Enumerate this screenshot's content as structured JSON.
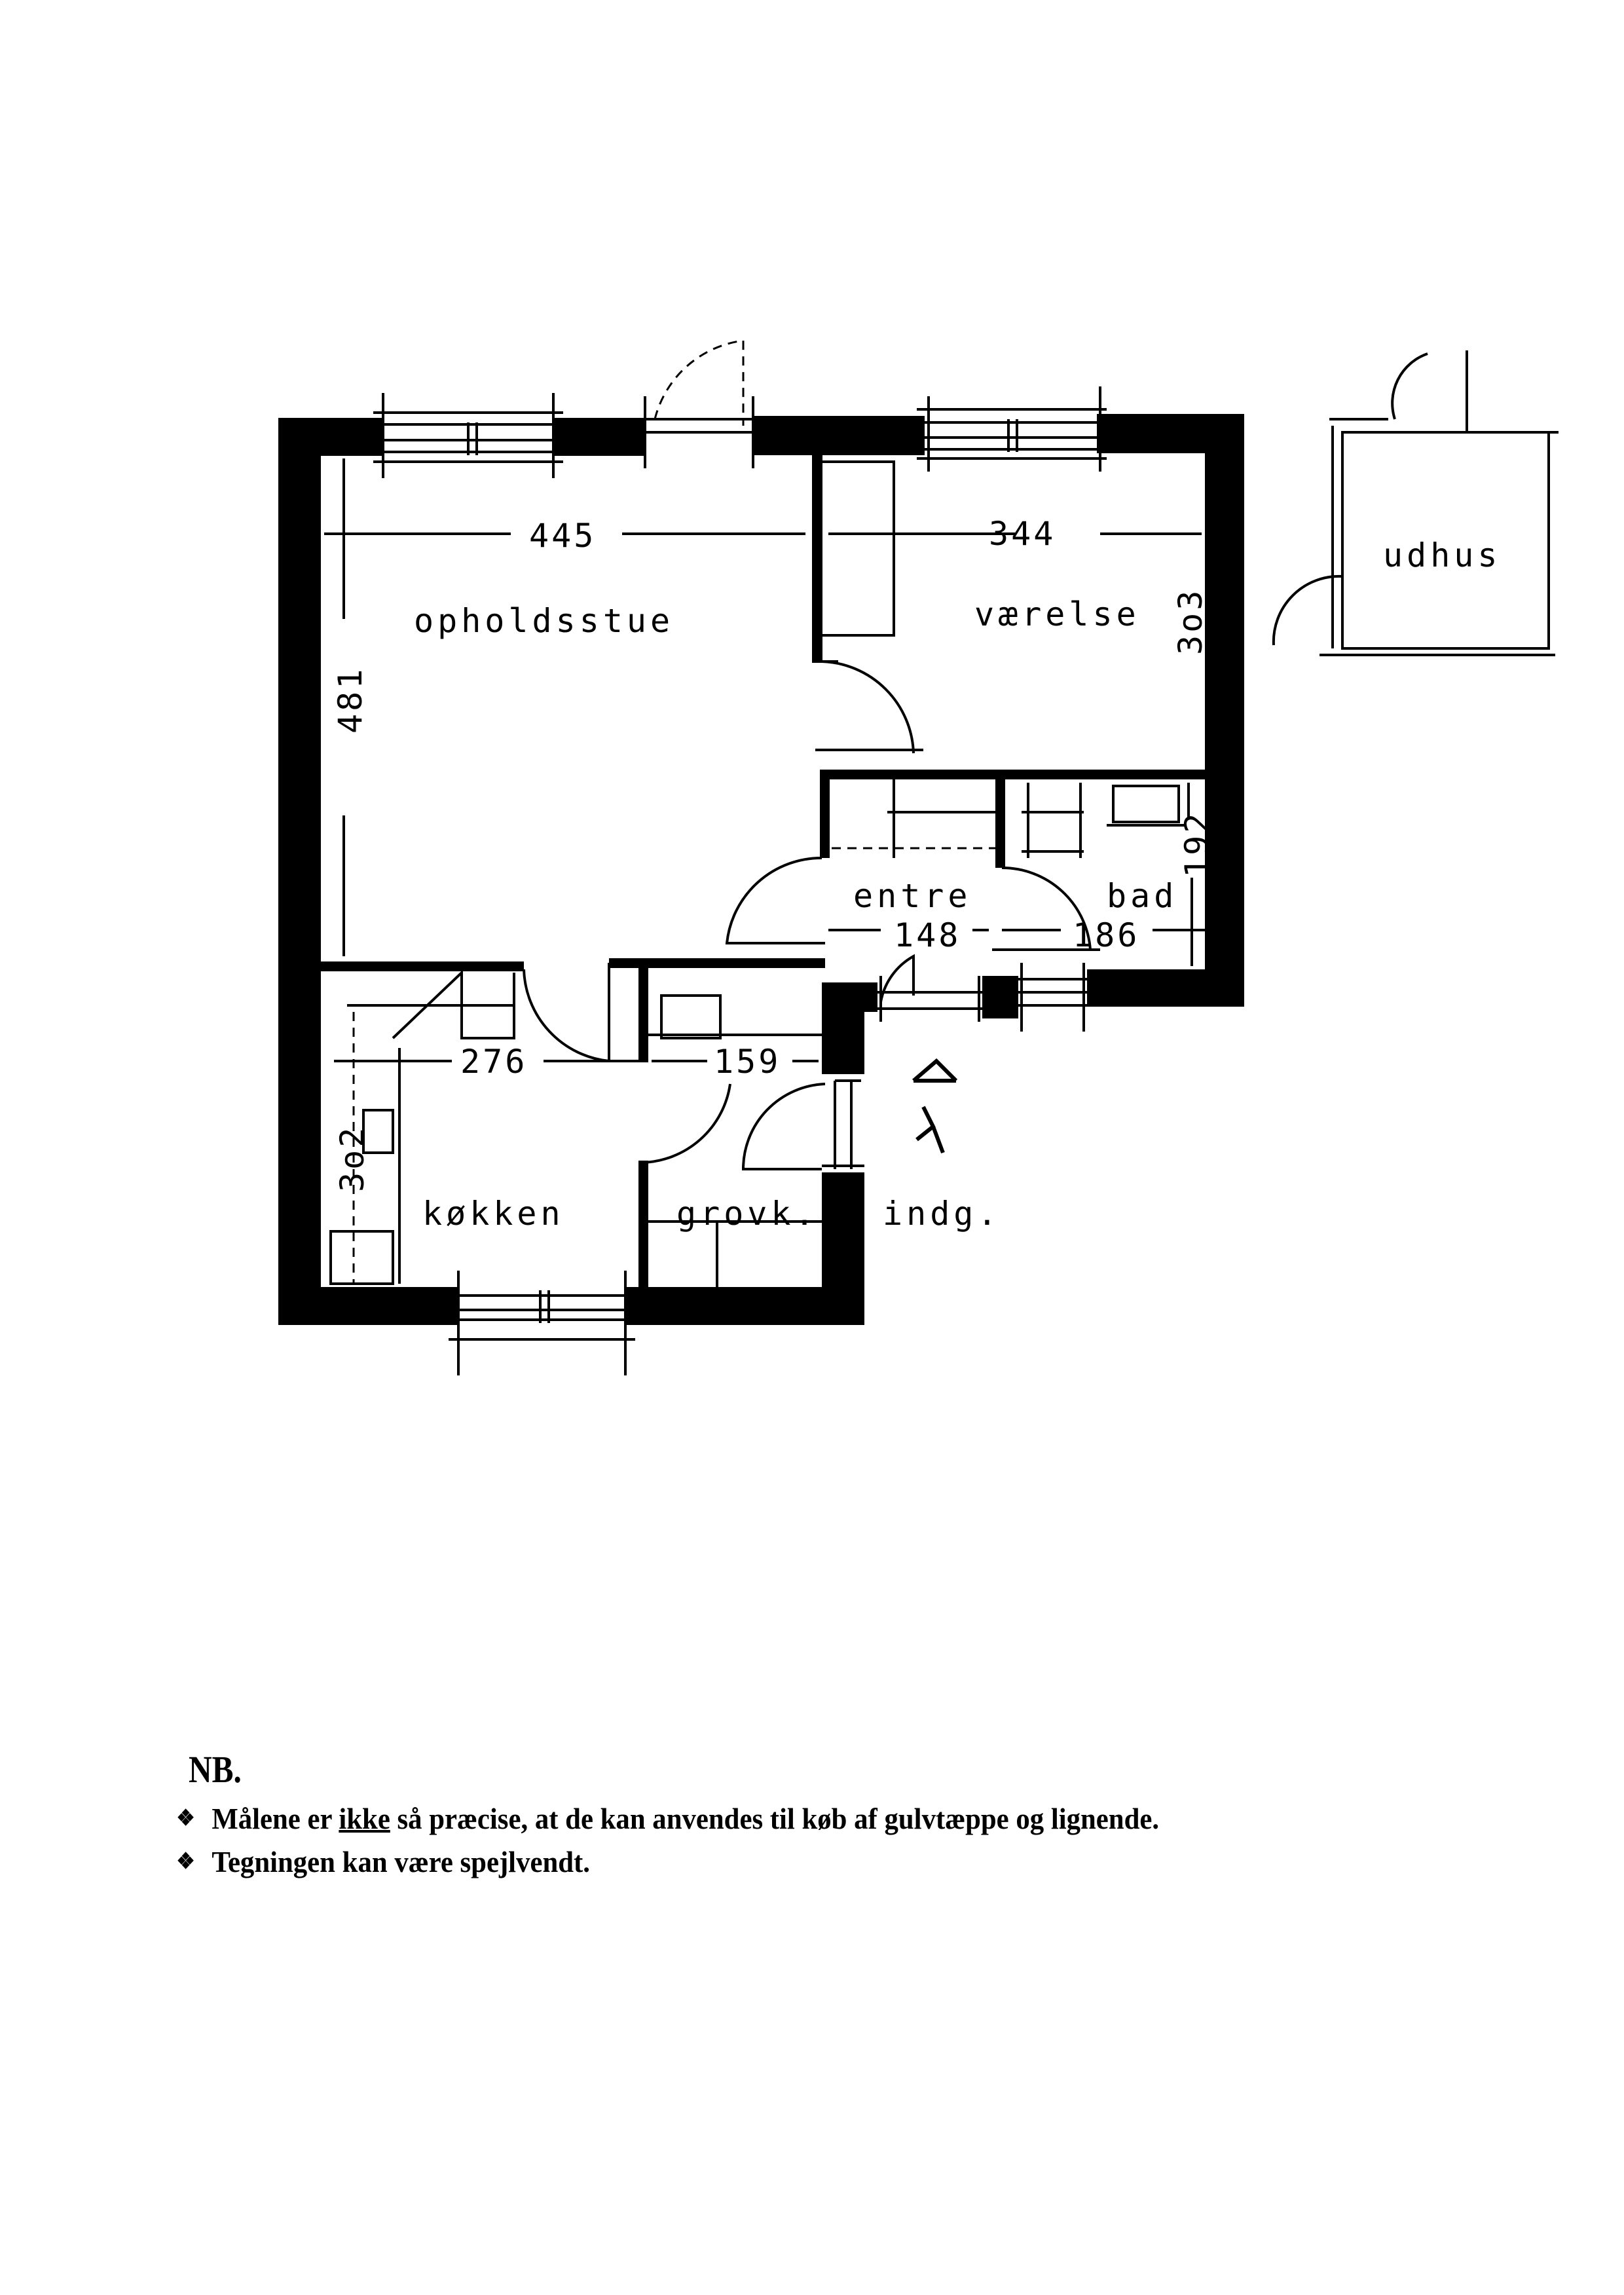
{
  "floorplan": {
    "rooms": {
      "living": "opholdsstue",
      "bedroom": "værelse",
      "hall": "entre",
      "bath": "bad",
      "kitchen": "køkken",
      "utility": "grovk.",
      "entrance": "indg.",
      "shed": "udhus"
    },
    "dimensions": {
      "living_width": "445",
      "living_depth": "481",
      "bedroom_width": "344",
      "bedroom_depth": "3o3",
      "hall_width": "148",
      "bath_width": "186",
      "bath_depth": "192",
      "kitchen_width": "276",
      "kitchen_depth": "3o2",
      "utility_width": "159"
    }
  },
  "notes": {
    "heading": "NB.",
    "bullet_icon": "diamond-bullet-icon",
    "items": [
      {
        "before": "Målene er ",
        "underlined": "ikke",
        "after": " så præcise, at de kan anvendes til køb af gulvtæppe og lignende."
      },
      {
        "before": "Tegningen kan være spejlvendt.",
        "underlined": "",
        "after": ""
      }
    ]
  }
}
